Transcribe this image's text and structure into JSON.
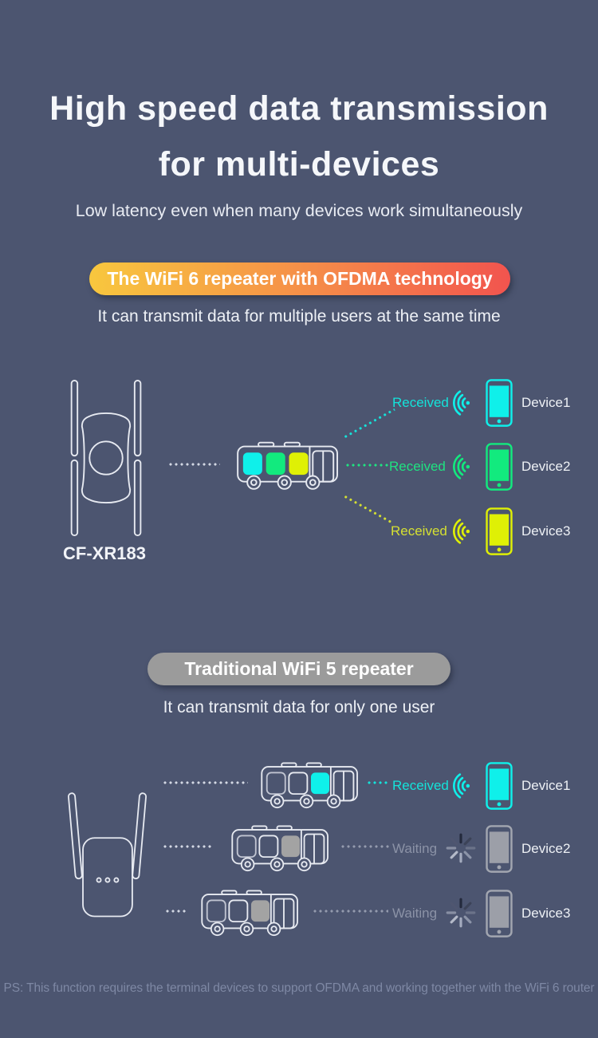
{
  "background_color": "#4c5570",
  "header": {
    "title_line1": "High speed data transmission",
    "title_line2": "for multi-devices",
    "subtitle": "Low latency even when many devices work simultaneously"
  },
  "wifi6": {
    "badge": "The WiFi 6 repeater with OFDMA technology",
    "badge_gradient_left": "#f8c73e",
    "badge_gradient_right": "#f2544e",
    "description": "It can transmit data for multiple users at the same time",
    "repeater_model": "CF-XR183",
    "packet_colors": [
      "#0ff0ea",
      "#12ea7e",
      "#dff005"
    ],
    "rows": [
      {
        "status": "Received",
        "device": "Device1",
        "color": "#0ff0ea"
      },
      {
        "status": "Received",
        "device": "Device2",
        "color": "#12ea7e"
      },
      {
        "status": "Received",
        "device": "Device3",
        "color": "#dff005"
      }
    ]
  },
  "wifi5": {
    "badge": "Traditional WiFi 5 repeater",
    "badge_color": "#9b9b9b",
    "description": "It can transmit data for only one user",
    "rows": [
      {
        "status": "Received",
        "device": "Device1",
        "color": "#0ff0ea"
      },
      {
        "status": "Waiting",
        "device": "Device2",
        "color": "#a2a6b0"
      },
      {
        "status": "Waiting",
        "device": "Device3",
        "color": "#a2a6b0"
      }
    ]
  },
  "footer": {
    "note": "PS: This function requires the terminal devices to support OFDMA and working together with the WiFi 6 router"
  }
}
